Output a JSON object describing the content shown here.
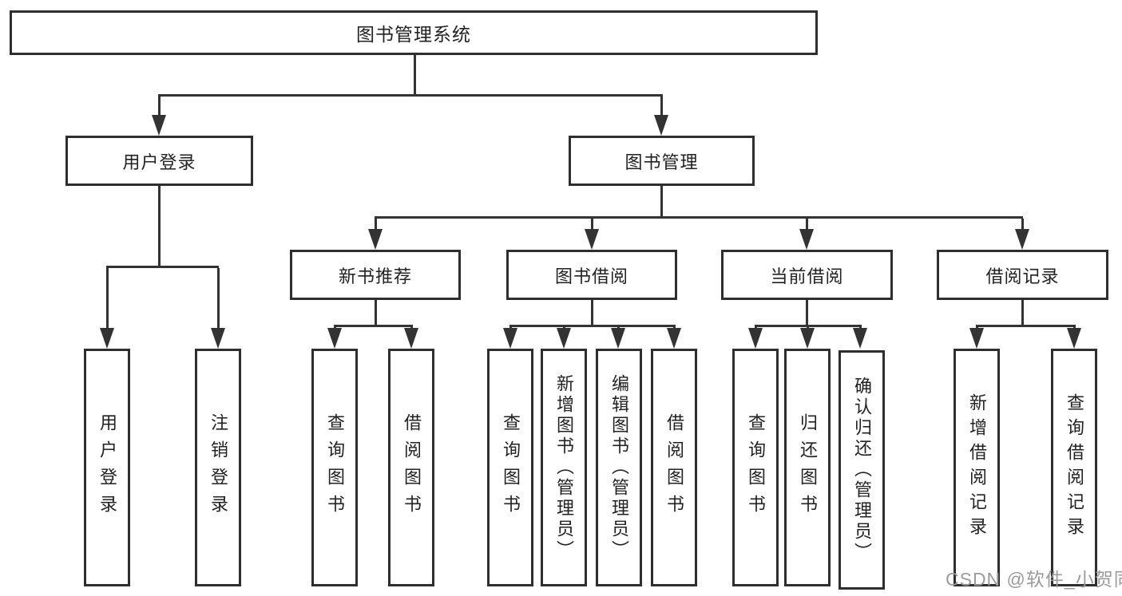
{
  "nodes": {
    "root": {
      "label": "图书管理系统"
    },
    "user_login": {
      "label": "用户登录"
    },
    "book_mgmt": {
      "label": "图书管理"
    },
    "new_book_rec": {
      "label": "新书推荐"
    },
    "book_borrow": {
      "label": "图书借阅"
    },
    "current_borrow": {
      "label": "当前借阅"
    },
    "borrow_records": {
      "label": "借阅记录"
    },
    "ul_user_login": {
      "label": "用户登录"
    },
    "ul_logout": {
      "label": "注销登录"
    },
    "nr_query_book": {
      "label": "查询图书"
    },
    "nr_borrow_book": {
      "label": "借阅图书"
    },
    "bb_query_book": {
      "label": "查询图书"
    },
    "bb_add_book": {
      "label": "新增图书（管理员）"
    },
    "bb_edit_book": {
      "label": "编辑图书（管理员）"
    },
    "bb_borrow_book": {
      "label": "借阅图书"
    },
    "cb_query_book": {
      "label": "查询图书"
    },
    "cb_return_book": {
      "label": "归还图书"
    },
    "cb_confirm_return": {
      "label": "确认归还（管理员）"
    },
    "br_new_record": {
      "label": "新增借阅记录"
    },
    "br_query_record": {
      "label": "查询借阅记录"
    }
  },
  "hierarchy": {
    "图书管理系统": {
      "用户登录": [
        "用户登录",
        "注销登录"
      ],
      "图书管理": {
        "新书推荐": [
          "查询图书",
          "借阅图书"
        ],
        "图书借阅": [
          "查询图书",
          "新增图书（管理员）",
          "编辑图书（管理员）",
          "借阅图书"
        ],
        "当前借阅": [
          "查询图书",
          "归还图书",
          "确认归还（管理员）"
        ],
        "借阅记录": [
          "新增借阅记录",
          "查询借阅记录"
        ]
      }
    }
  },
  "watermark": {
    "text": "CSDN @软件_小贺同学"
  },
  "colors": {
    "line": "#333333",
    "border": "#2e2e2e",
    "text": "#222222",
    "watermark": "#9b9b9b",
    "background": "#ffffff"
  }
}
